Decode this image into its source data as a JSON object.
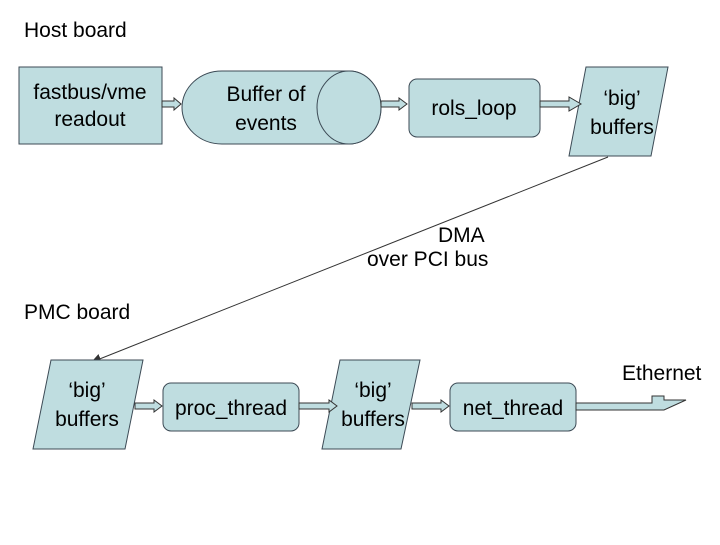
{
  "colors": {
    "box_fill": "#bfdde0",
    "box_stroke": "#3c4a55",
    "arrow": "#333333"
  },
  "labels": {
    "host_board": "Host board",
    "pmc_board": "PMC board",
    "dma_line1": "DMA",
    "dma_line2": "over PCI bus",
    "ethernet": "Ethernet"
  },
  "host": {
    "fastbus": {
      "line1": "fastbus/vme",
      "line2": "readout"
    },
    "buffer": {
      "line1": "Buffer of",
      "line2": "events"
    },
    "rols": {
      "label": "rols_loop"
    },
    "big": {
      "line1": "‘big’",
      "line2": "buffers"
    }
  },
  "pmc": {
    "big1": {
      "line1": "‘big’",
      "line2": "buffers"
    },
    "proc": {
      "label": "proc_thread"
    },
    "big2": {
      "line1": "‘big’",
      "line2": "buffers"
    },
    "net": {
      "label": "net_thread"
    }
  }
}
